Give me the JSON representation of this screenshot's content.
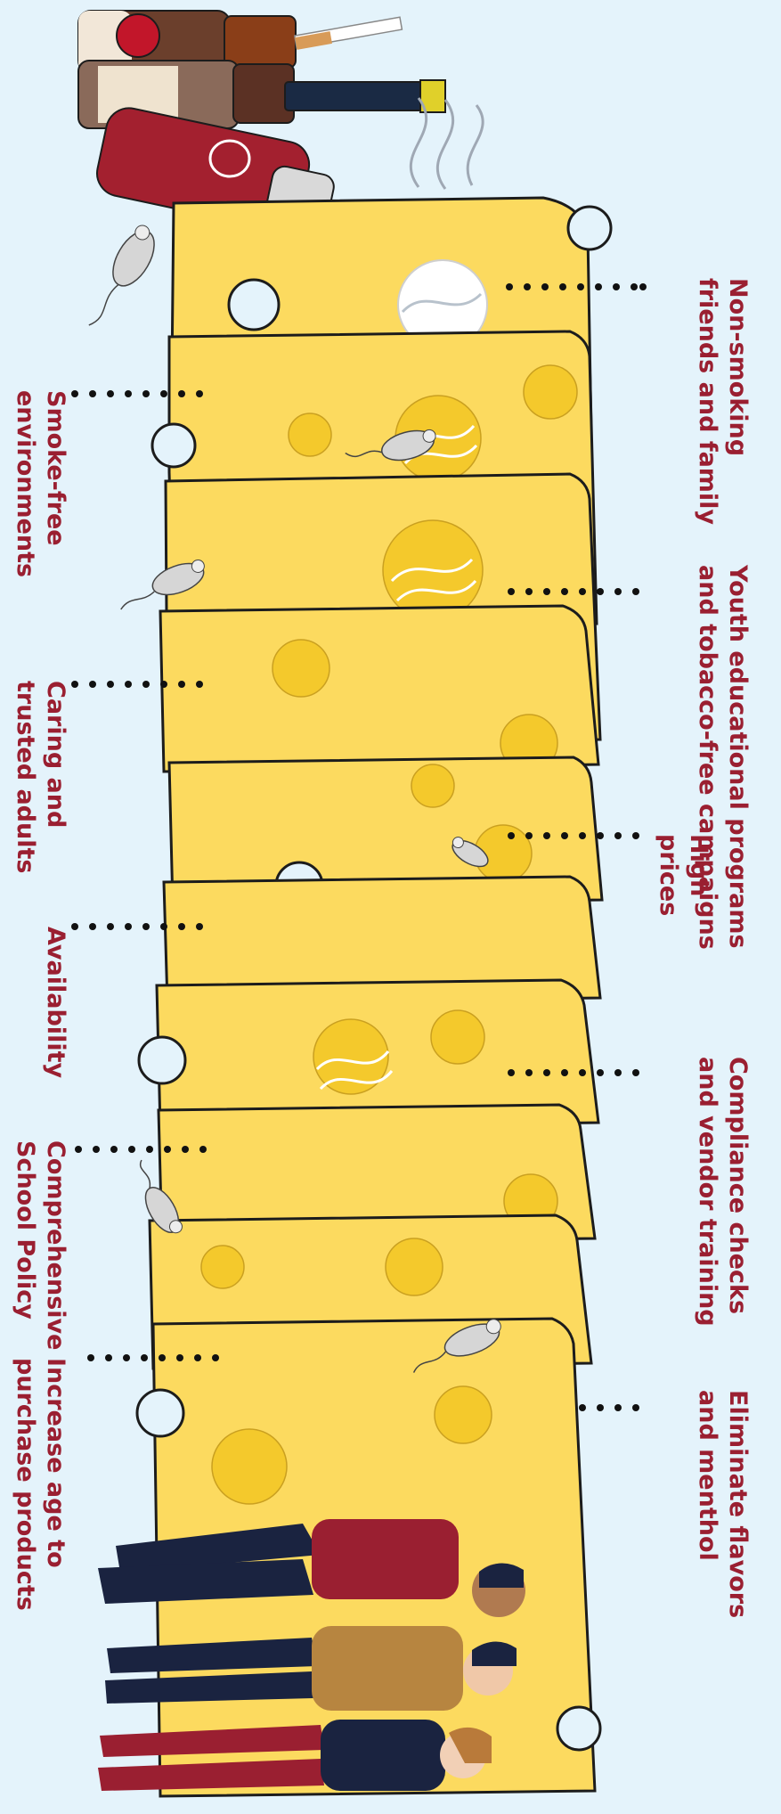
{
  "diagram": {
    "type": "swiss-cheese-model",
    "colors": {
      "background": "#e4f3fb",
      "cheese": "#fcda5f",
      "hole": "#f4c92c",
      "label": "#9a1f31",
      "leader_dots": "#111111"
    },
    "labels_right_side": [
      {
        "id": "non-smoking",
        "lines": [
          "Non-smoking",
          "friends and family"
        ]
      },
      {
        "id": "youth-programs",
        "lines": [
          "Youth educational programs",
          "and tobacco-free campaigns"
        ]
      },
      {
        "id": "high-prices",
        "lines": [
          "High",
          "prices"
        ]
      },
      {
        "id": "compliance",
        "lines": [
          "Compliance checks",
          "and vendor training"
        ]
      },
      {
        "id": "flavors",
        "lines": [
          "Eliminate flavors",
          "and menthol"
        ]
      }
    ],
    "labels_left_side": [
      {
        "id": "smoke-free",
        "lines": [
          "Smoke-free",
          "environments"
        ]
      },
      {
        "id": "caring-adults",
        "lines": [
          "Caring and",
          "trusted adults"
        ]
      },
      {
        "id": "availability",
        "lines": [
          "Availability"
        ]
      },
      {
        "id": "school-policy",
        "lines": [
          "Comprehensive",
          "School Policy"
        ]
      },
      {
        "id": "age",
        "lines": [
          "Increase age to",
          "purchase products"
        ]
      }
    ],
    "illustrations": [
      "tobacco-products-icon",
      "mouse-icon",
      "cheese-slice",
      "three-young-people-illustration"
    ]
  }
}
